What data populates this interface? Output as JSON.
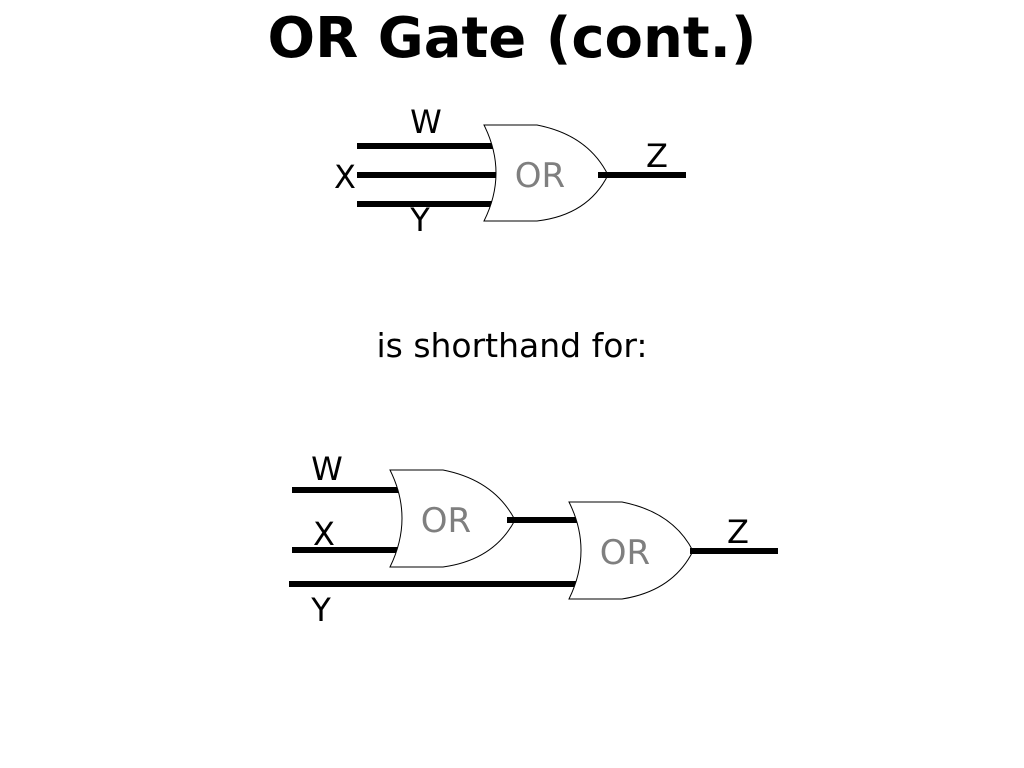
{
  "title": "OR Gate (cont.)",
  "caption": "is shorthand for:",
  "top_diagram": {
    "inputs": [
      "W",
      "X",
      "Y"
    ],
    "gate_label": "OR",
    "output": "Z"
  },
  "bottom_diagram": {
    "inputs": [
      "W",
      "X",
      "Y"
    ],
    "gate1_label": "OR",
    "gate2_label": "OR",
    "output": "Z"
  }
}
